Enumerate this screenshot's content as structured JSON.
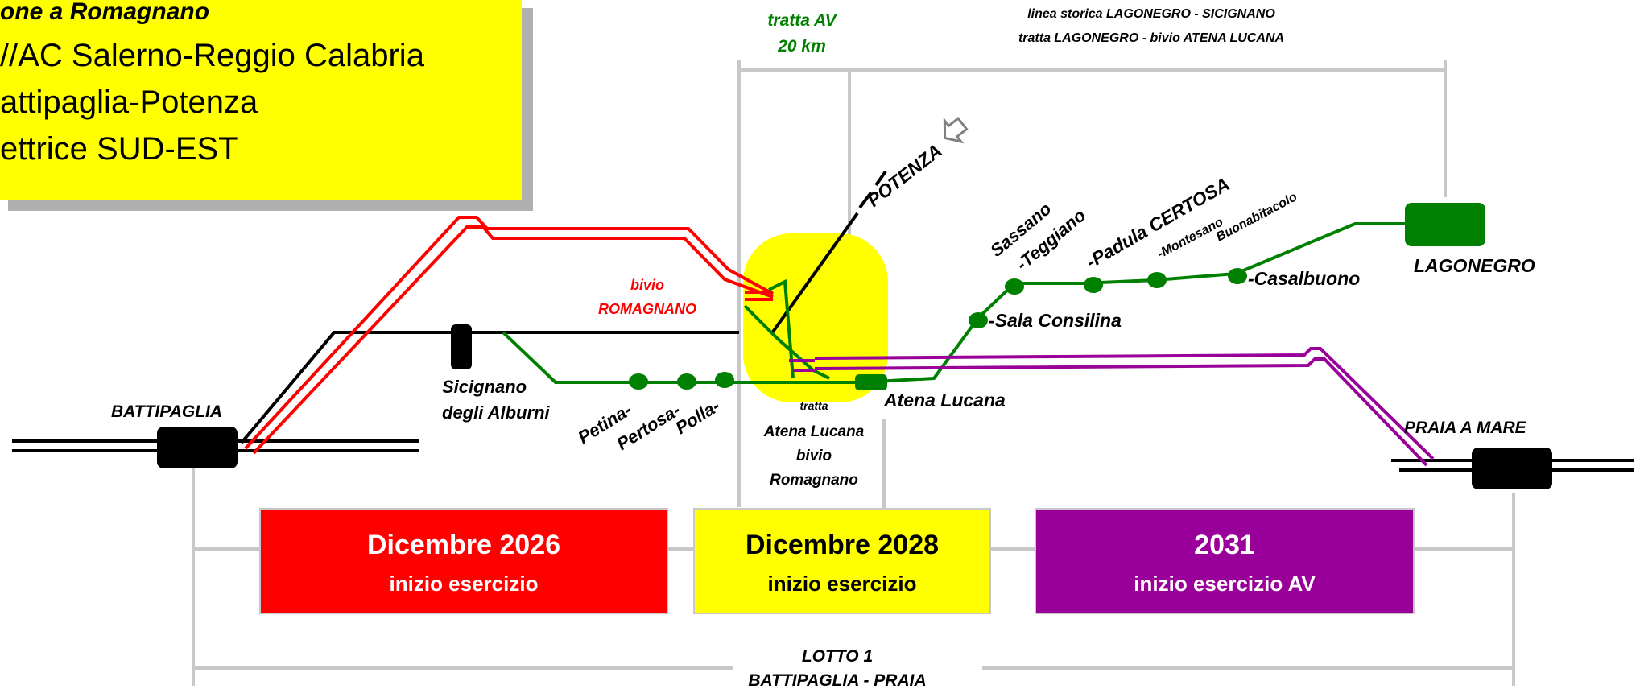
{
  "legend": {
    "title": "one a Romagnano",
    "lines": [
      "//AC Salerno-Reggio Calabria",
      "attipaglia-Potenza",
      "ettrice SUD-EST"
    ]
  },
  "header": {
    "tratta_av_line1": "tratta AV",
    "tratta_av_line2": "20 km",
    "storica_line1": "linea storica LAGONEGRO - SICIGNANO",
    "storica_line2": "tratta LAGONEGRO - bivio ATENA LUCANA"
  },
  "stations": {
    "battipaglia": "BATTIPAGLIA",
    "sicignano_1": "Sicignano",
    "sicignano_2": "degli Alburni",
    "petina": "Petina-",
    "pertosa": "Pertosa-",
    "polla": "Polla-",
    "atena": "Atena Lucana",
    "sala": "-Sala Consilina",
    "sassano": "Sassano",
    "teggiano": "-Teggiano",
    "padula": "-Padula CERTOSA",
    "montesano": "-Montesano",
    "buonabitacolo": "Buonabitacolo",
    "casalbuono": "-Casalbuono",
    "lagonegro": "LAGONEGRO",
    "praia": "PRAIA A MARE",
    "potenza": "POTENZA"
  },
  "junction": {
    "bivio_line1": "bivio",
    "bivio_line2": "ROMAGNANO",
    "tratta_line1": "tratta",
    "tratta_line2": "Atena Lucana",
    "tratta_line3": "bivio",
    "tratta_line4": "Romagnano"
  },
  "phases": [
    {
      "title": "Dicembre 2026",
      "subtitle": "inizio esercizio",
      "color": "#ff0000",
      "text_color": "#ffffff"
    },
    {
      "title": "Dicembre 2028",
      "subtitle": "inizio esercizio",
      "color": "#ffff00",
      "text_color": "#000000"
    },
    {
      "title": "2031",
      "subtitle": "inizio esercizio AV",
      "color": "#990099",
      "text_color": "#ffffff"
    }
  ],
  "lotto": {
    "line1": "LOTTO 1",
    "line2": "BATTIPAGLIA - PRAIA"
  },
  "colors": {
    "red_line": "#ff0000",
    "green_line": "#008000",
    "purple_line": "#990099",
    "black_line": "#000000",
    "yellow": "#ffff00",
    "bracket_grey": "#c8c8c8",
    "green_label": "#008000"
  }
}
